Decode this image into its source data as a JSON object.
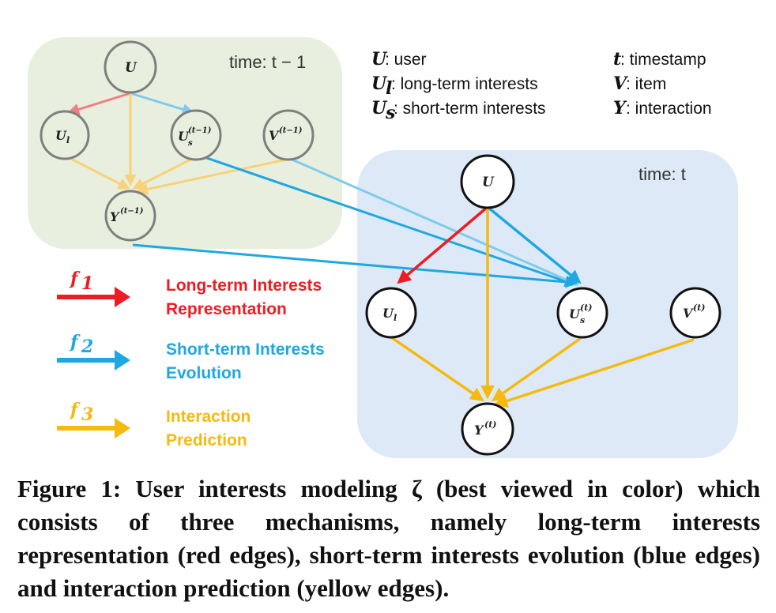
{
  "panels": {
    "prev": {
      "time_label": "time: t − 1",
      "color": "#e9efdf"
    },
    "curr": {
      "time_label": "time: t",
      "color": "#dde9f6"
    }
  },
  "nodes": {
    "prev_U": "U",
    "prev_Ul": "U",
    "prev_Ul_sub": "l",
    "prev_Us": "U",
    "prev_Us_sub": "s",
    "prev_Us_sup": "(t−1)",
    "prev_V": "V",
    "prev_V_sup": "(t−1)",
    "prev_Y": "Y",
    "prev_Y_sup": "(t−1)",
    "curr_U": "U",
    "curr_Ul": "U",
    "curr_Ul_sub": "l",
    "curr_Us": "U",
    "curr_Us_sub": "s",
    "curr_Us_sup": "(t)",
    "curr_V": "V",
    "curr_V_sup": "(t)",
    "curr_Y": "Y",
    "curr_Y_sup": "(t)"
  },
  "key": [
    {
      "sym": "U",
      "sub": "",
      "text": ": user"
    },
    {
      "sym": "U",
      "sub": "l",
      "text": ": long-term interests"
    },
    {
      "sym": "U",
      "sub": "s",
      "text": ": short-term interests"
    },
    {
      "sym": "t",
      "sub": "",
      "text": ": timestamp"
    },
    {
      "sym": "V",
      "sub": "",
      "text": ": item"
    },
    {
      "sym": "Y",
      "sub": "",
      "text": ": interaction"
    }
  ],
  "legend": [
    {
      "fn": "f",
      "sub": "1",
      "line1": "Long-term Interests",
      "line2": "Representation",
      "color": "#ee1c24"
    },
    {
      "fn": "f",
      "sub": "2",
      "line1": "Short-term Interests",
      "line2": "Evolution",
      "color": "#1fa8e0"
    },
    {
      "fn": "f",
      "sub": "3",
      "line1": "Interaction",
      "line2": "Prediction",
      "color": "#f6b90f"
    }
  ],
  "caption": "Figure 1: User interests modeling ζ (best viewed in color) which consists of three mechanisms, namely long-term interests representation (red edges), short-term interests evolution (blue edges) and interaction prediction (yellow edges)."
}
